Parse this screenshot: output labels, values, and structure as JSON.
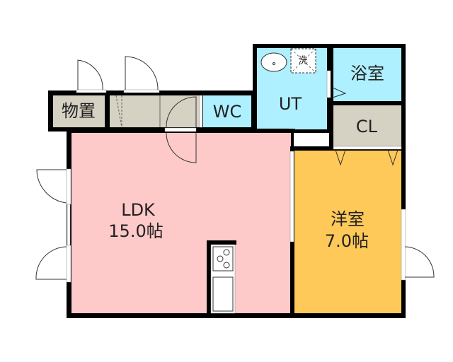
{
  "rooms": {
    "storage": {
      "label": "物置"
    },
    "wc": {
      "label": "WC"
    },
    "ut": {
      "label": "UT",
      "washer_label": "洗"
    },
    "bath": {
      "label": "浴室"
    },
    "closet": {
      "label": "CL"
    },
    "ldk": {
      "label": "LDK",
      "size": "15.0帖"
    },
    "western": {
      "label": "洋室",
      "size": "7.0帖"
    }
  },
  "colors": {
    "wall": "#000000",
    "storage": "#d5d1c3",
    "water": "#aef0ff",
    "ldk": "#fec9c9",
    "western": "#ffc95a"
  }
}
